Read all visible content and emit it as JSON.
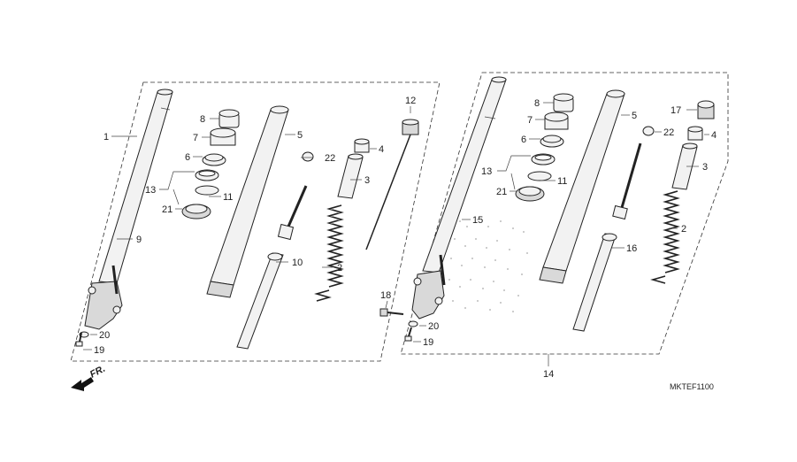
{
  "diagram_code": "MKTEF1100",
  "direction_label": "FR.",
  "callouts": {
    "left": {
      "c1": "1",
      "c8": "8",
      "c7": "7",
      "c6": "6",
      "c13": "13",
      "c21": "21",
      "c11": "11",
      "c9": "9",
      "c5": "5",
      "c22": "22",
      "c4": "4",
      "c3": "3",
      "c12": "12",
      "c10": "10",
      "c2": "2",
      "c20": "20",
      "c19": "19"
    },
    "right": {
      "c8": "8",
      "c7": "7",
      "c6": "6",
      "c5": "5",
      "c22": "22",
      "c17": "17",
      "c4": "4",
      "c3": "3",
      "c13": "13",
      "c21": "21",
      "c11": "11",
      "c15": "15",
      "c16": "16",
      "c2": "2",
      "c18": "18",
      "c20": "20",
      "c19": "19",
      "c14": "14"
    }
  }
}
